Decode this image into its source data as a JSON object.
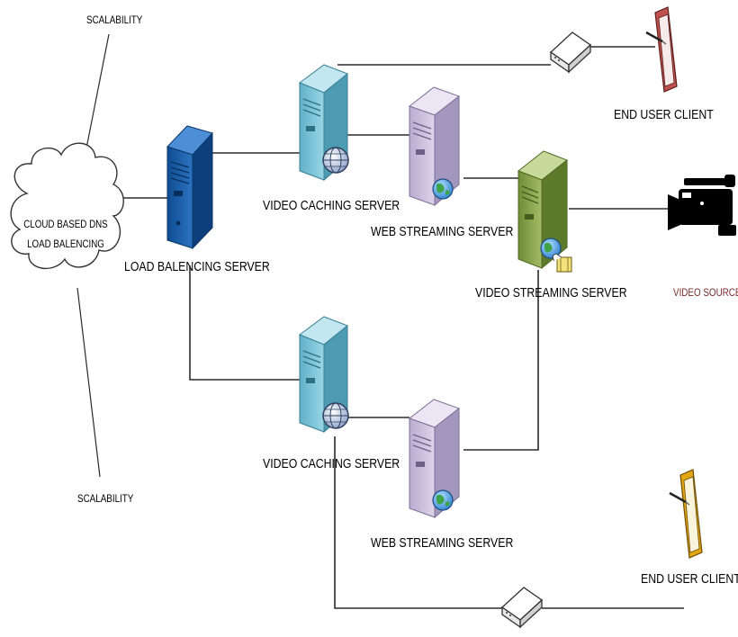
{
  "labels": {
    "scalability_top": "SCALABILITY",
    "scalability_bottom": "SCALABILITY",
    "cloud_line1": "CLOUD BASED DNS",
    "cloud_line2": "LOAD BALENCING",
    "load_balancing_server": "LOAD BALENCING SERVER",
    "video_caching_server_top": "VIDEO CACHING SERVER",
    "video_caching_server_bottom": "VIDEO CACHING SERVER",
    "web_streaming_server_top": "WEB STREAMING SERVER",
    "web_streaming_server_bottom": "WEB STREAMING SERVER",
    "video_streaming_server": "VIDEO STREAMING SERVER",
    "video_source": "VIDEO SOURCE",
    "end_user_client_top": "END USER CLIENT",
    "end_user_client_bottom": "END USER CLIENT"
  },
  "colors": {
    "load_balancer": "#1d5fa8",
    "caching_server": "#7ec3d6",
    "web_server": "#cfc4de",
    "video_streaming_server": "#8da652",
    "video_source_text": "#7b2c2c",
    "client_top": "#c0504d",
    "client_bottom": "#e2a614",
    "line": "#2a2a2a"
  },
  "icons": {
    "cloud": "cloud-icon",
    "router": "router-icon",
    "tablet": "tablet-icon",
    "camera": "video-camera-icon",
    "globe": "globe-icon"
  }
}
